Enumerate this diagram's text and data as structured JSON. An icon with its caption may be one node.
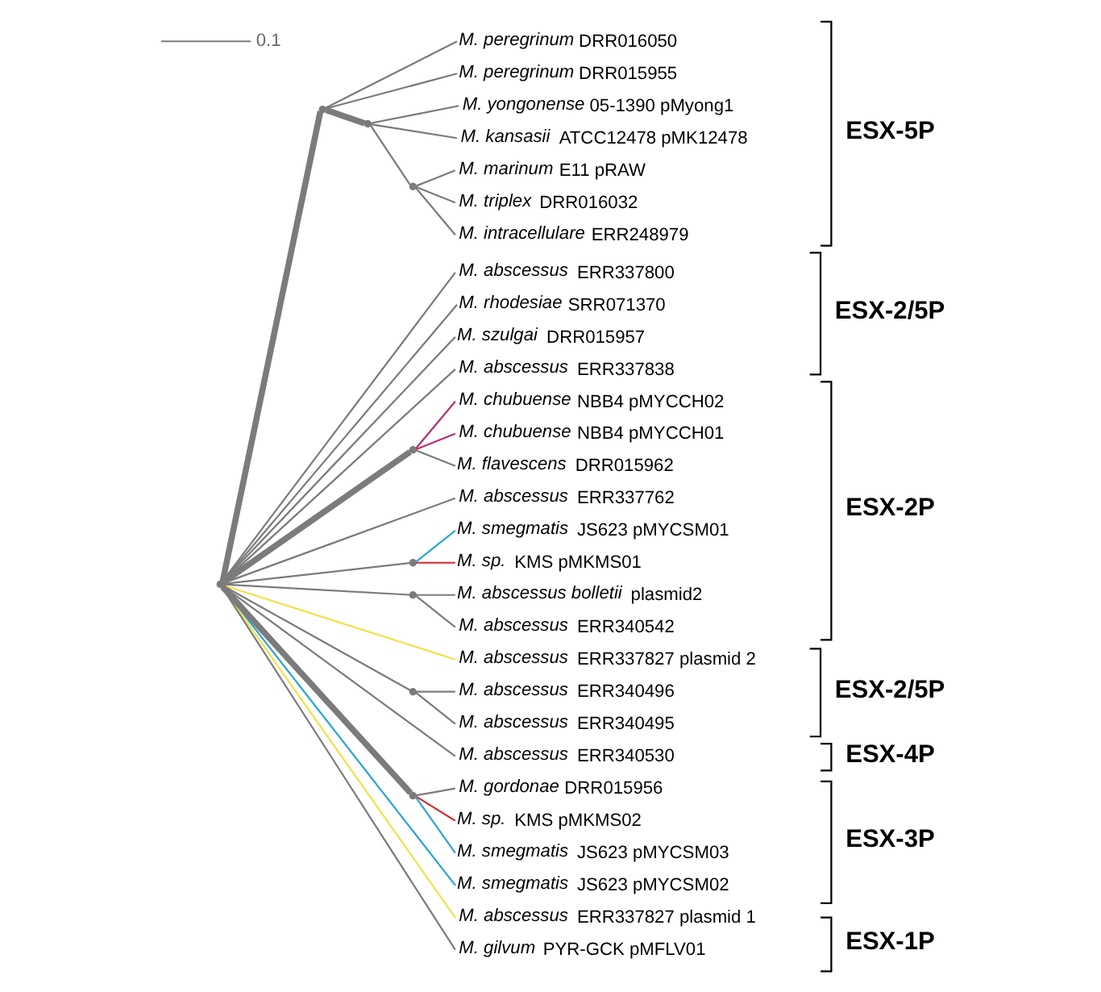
{
  "diagram": {
    "nodes": [
      {
        "text": [
          "*M. peregrinum* DRR016050"
        ]
      },
      {
        "text": [
          "*M. peregrinum* DRR015955"
        ]
      },
      {
        "text": [
          "*M. yongonense* 05-1390 pMyong1"
        ]
      },
      {
        "text": [
          "*M. kansasii* ATCC12478 pMK12478"
        ]
      },
      {
        "text": [
          "*M. marinum* E11 pRAW"
        ]
      },
      {
        "text": [
          "*M. triplex* DRR016032"
        ]
      },
      {
        "text": [
          "*M. intracellulare* ERR248979"
        ]
      },
      {
        "text": [
          "*M. abscessus* ERR337800"
        ]
      },
      {
        "text": [
          "*M. rhodesiae* SRR071370"
        ]
      },
      {
        "text": [
          "*M. szulgai* DRR015957"
        ]
      },
      {
        "text": [
          "*M. abscessus* ERR337838"
        ]
      },
      {
        "text": [
          "*M. chubuense* NBB4 pMYCCH02"
        ]
      },
      {
        "text": [
          "*M. chubuense* NBB4 pMYCCH01"
        ]
      },
      {
        "text": [
          "*M. flavescens* DRR015962"
        ]
      },
      {
        "text": [
          "*M. abscessus* ERR337762"
        ]
      },
      {
        "text": [
          "*M. smegmatis* JS623 pMYCSM01"
        ]
      },
      {
        "text": [
          "*M. sp.* KMS pMKMS01"
        ]
      },
      {
        "text": [
          "*M. abscessus bolletii* plasmid2"
        ]
      },
      {
        "text": [
          "*M. abscessus* ERR340542"
        ]
      },
      {
        "text": [
          "*M. abscessus* ERR337827 plasmid 2"
        ]
      },
      {
        "text": [
          "*M. abscessus* ERR340496"
        ]
      },
      {
        "text": [
          "*M. abscessus* ERR340495"
        ]
      },
      {
        "text": [
          "*M. abscessus* ERR340530"
        ]
      },
      {
        "text": [
          "*M. gordonae* DRR015956"
        ]
      },
      {
        "text": [
          "*M. sp.* KMS pMKMS02"
        ]
      },
      {
        "text": [
          "*M. smegmatis* JS623 pMYCSM03"
        ]
      },
      {
        "text": [
          "*M. smegmatis* JS623 pMYCSM02"
        ]
      },
      {
        "text": [
          "*M. abscessus* ERR337827 plasmid 1"
        ]
      },
      {
        "text": [
          "*M. gilvum* PYR-GCK pMFLV01"
        ]
      },
      {
        "text": [],
        "shape": "point"
      },
      {
        "text": [],
        "shape": "point"
      },
      {
        "text": [],
        "shape": "point"
      },
      {
        "text": [],
        "shape": "point"
      },
      {
        "text": [],
        "shape": "point"
      },
      {
        "text": [],
        "shape": "point"
      },
      {
        "text": [],
        "shape": "point"
      },
      {
        "text": [],
        "shape": "point"
      },
      {
        "text": [],
        "shape": "point"
      }
    ],
    "edges": [
      {
        "from": 29,
        "to": 30,
        "arrow": "none",
        "style": "thick"
      },
      {
        "from": 30,
        "to": 0,
        "arrow": "none"
      },
      {
        "from": 30,
        "to": 1,
        "arrow": "none"
      },
      {
        "from": 30,
        "to": 31,
        "arrow": "none",
        "style": "thick"
      },
      {
        "from": 31,
        "to": 2,
        "arrow": "none"
      },
      {
        "from": 31,
        "to": 3,
        "arrow": "none"
      },
      {
        "from": 31,
        "to": 32,
        "arrow": "none"
      },
      {
        "from": 32,
        "to": 4,
        "arrow": "none"
      },
      {
        "from": 32,
        "to": 5,
        "arrow": "none"
      },
      {
        "from": 32,
        "to": 6,
        "arrow": "none"
      },
      {
        "from": 29,
        "to": 7,
        "arrow": "none"
      },
      {
        "from": 29,
        "to": 8,
        "arrow": "none"
      },
      {
        "from": 29,
        "to": 9,
        "arrow": "none"
      },
      {
        "from": 29,
        "to": 10,
        "arrow": "none"
      },
      {
        "from": 29,
        "to": 33,
        "arrow": "none",
        "style": "thick"
      },
      {
        "from": 33,
        "to": 11,
        "arrow": "none",
        "color": "#b5306e"
      },
      {
        "from": 33,
        "to": 12,
        "arrow": "none",
        "color": "#b5306e"
      },
      {
        "from": 33,
        "to": 13,
        "arrow": "none"
      },
      {
        "from": 29,
        "to": 14,
        "arrow": "none"
      },
      {
        "from": 29,
        "to": 34,
        "arrow": "none"
      },
      {
        "from": 34,
        "to": 15,
        "arrow": "none",
        "color": "#2ba6d6"
      },
      {
        "from": 34,
        "to": 16,
        "arrow": "none",
        "color": "#d7262b"
      },
      {
        "from": 29,
        "to": 35,
        "arrow": "none"
      },
      {
        "from": 35,
        "to": 17,
        "arrow": "none"
      },
      {
        "from": 35,
        "to": 18,
        "arrow": "none"
      },
      {
        "from": 29,
        "to": 19,
        "arrow": "none",
        "color": "#efe24a"
      },
      {
        "from": 29,
        "to": 36,
        "arrow": "none"
      },
      {
        "from": 36,
        "to": 20,
        "arrow": "none"
      },
      {
        "from": 36,
        "to": 21,
        "arrow": "none"
      },
      {
        "from": 29,
        "to": 22,
        "arrow": "none"
      },
      {
        "from": 29,
        "to": 37,
        "arrow": "none",
        "style": "thick"
      },
      {
        "from": 37,
        "to": 23,
        "arrow": "none"
      },
      {
        "from": 37,
        "to": 24,
        "arrow": "none",
        "color": "#d7262b"
      },
      {
        "from": 37,
        "to": 25,
        "arrow": "none",
        "color": "#2ba6d6"
      },
      {
        "from": 29,
        "to": 26,
        "arrow": "none",
        "color": "#2ba6d6"
      },
      {
        "from": 29,
        "to": 27,
        "arrow": "none",
        "color": "#efe24a"
      },
      {
        "from": 29,
        "to": 28,
        "arrow": "none"
      }
    ],
    "labels": [
      "0.1",
      "ESX-2/5P",
      "ESX-5P",
      "ESX-2P",
      "ESX-1P",
      "ESX-3P",
      "ESX-4P",
      "ESX-2/5P"
    ]
  }
}
